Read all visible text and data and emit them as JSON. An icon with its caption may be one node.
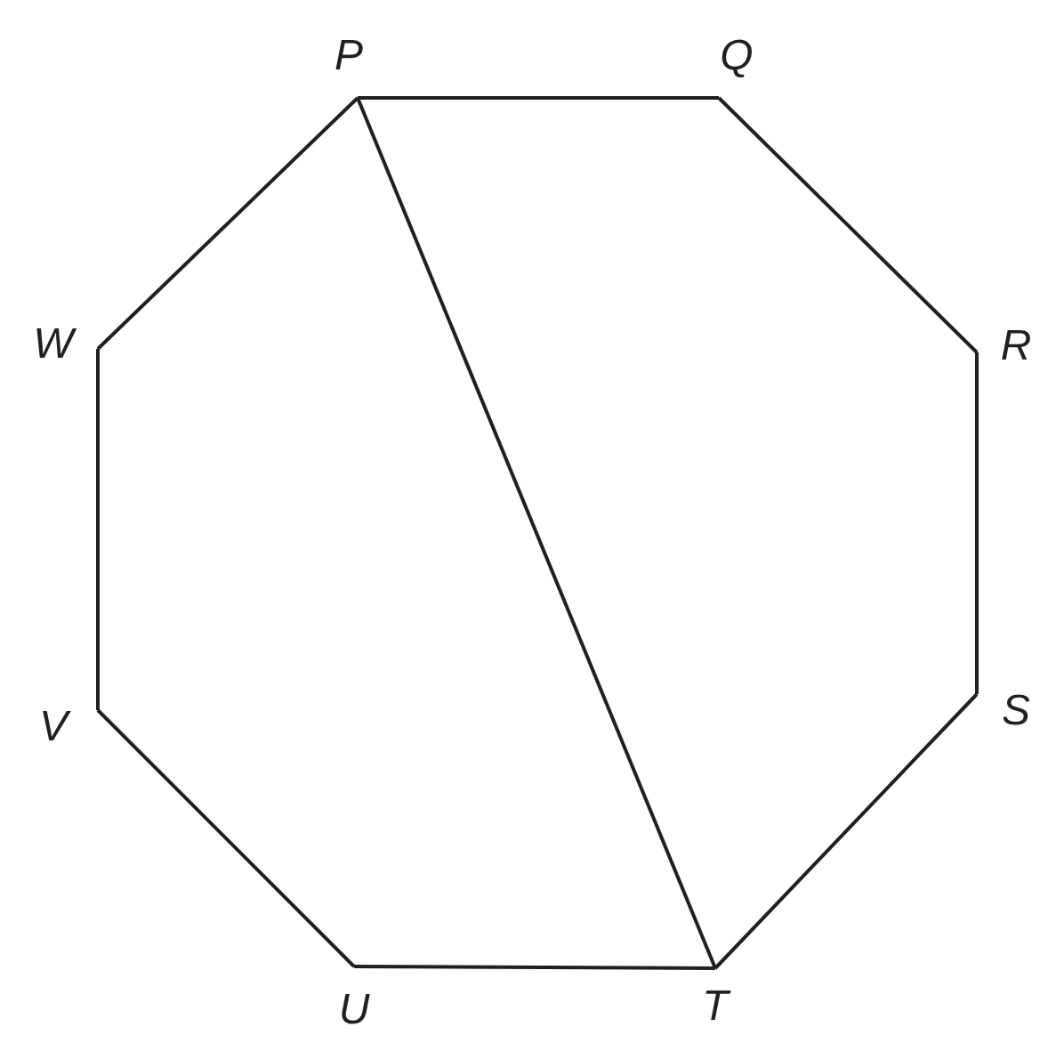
{
  "diagram": {
    "nodes": [
      {
        "text": [
          "P"
        ]
      },
      {
        "text": [
          "Q"
        ]
      },
      {
        "text": [
          "R"
        ]
      },
      {
        "text": [
          "S"
        ]
      },
      {
        "text": [
          "T"
        ]
      },
      {
        "text": [
          "U"
        ]
      },
      {
        "text": [
          "V"
        ]
      },
      {
        "text": [
          "W"
        ]
      }
    ],
    "edges": [
      {
        "from": 0,
        "to": 1,
        "arrow": "none"
      },
      {
        "from": 1,
        "to": 2,
        "arrow": "none"
      },
      {
        "from": 2,
        "to": 3,
        "arrow": "none"
      },
      {
        "from": 3,
        "to": 4,
        "arrow": "none"
      },
      {
        "from": 4,
        "to": 5,
        "arrow": "none"
      },
      {
        "from": 5,
        "to": 6,
        "arrow": "none"
      },
      {
        "from": 6,
        "to": 7,
        "arrow": "none"
      },
      {
        "from": 7,
        "to": 0,
        "arrow": "none"
      },
      {
        "from": 0,
        "to": 4,
        "arrow": "none"
      }
    ]
  }
}
